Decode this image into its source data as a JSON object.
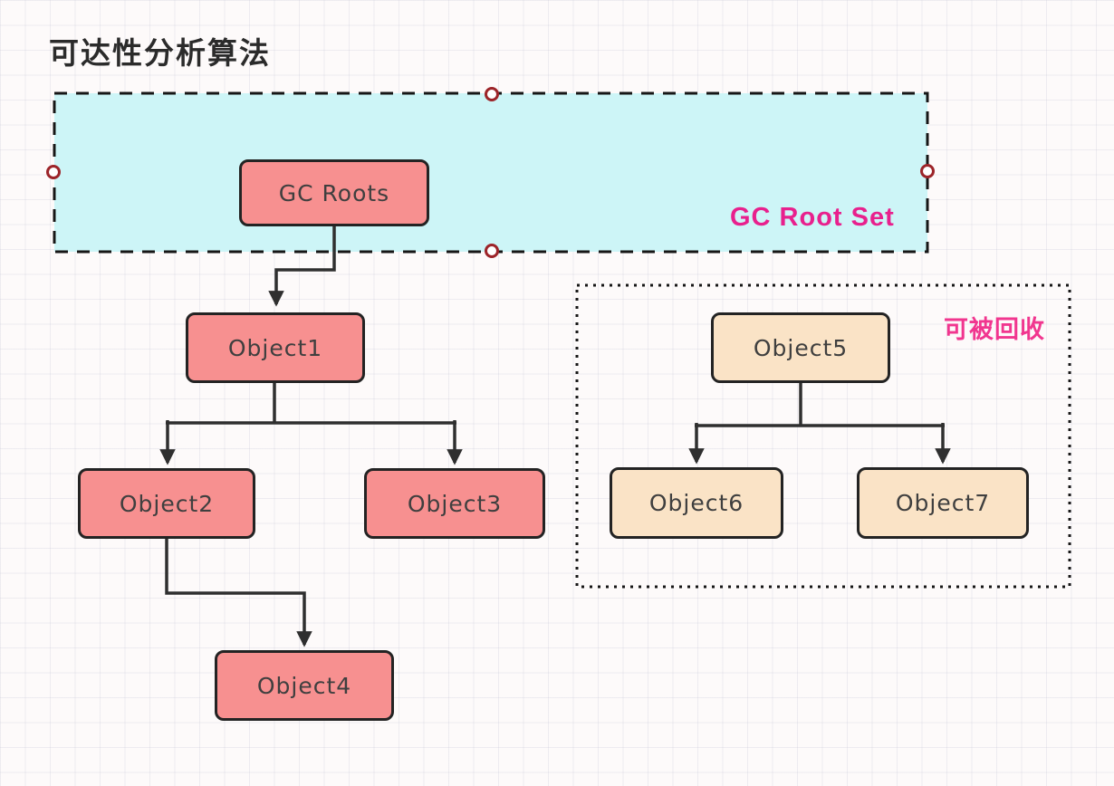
{
  "title": "可达性分析算法",
  "regions": {
    "gc_root_set": {
      "label": "GC Root Set",
      "members": [
        "gc_roots"
      ]
    },
    "recyclable": {
      "label": "可被回收",
      "members": [
        "object5",
        "object6",
        "object7"
      ]
    }
  },
  "nodes": [
    {
      "id": "gc_roots",
      "label": "GC Roots",
      "style": "pink"
    },
    {
      "id": "object1",
      "label": "Object1",
      "style": "pink"
    },
    {
      "id": "object2",
      "label": "Object2",
      "style": "pink"
    },
    {
      "id": "object3",
      "label": "Object3",
      "style": "pink"
    },
    {
      "id": "object4",
      "label": "Object4",
      "style": "pink"
    },
    {
      "id": "object5",
      "label": "Object5",
      "style": "peach"
    },
    {
      "id": "object6",
      "label": "Object6",
      "style": "peach"
    },
    {
      "id": "object7",
      "label": "Object7",
      "style": "peach"
    }
  ],
  "edges": [
    {
      "from": "gc_roots",
      "to": "object1"
    },
    {
      "from": "object1",
      "to": "object2"
    },
    {
      "from": "object1",
      "to": "object3"
    },
    {
      "from": "object2",
      "to": "object4"
    },
    {
      "from": "object5",
      "to": "object6"
    },
    {
      "from": "object5",
      "to": "object7"
    }
  ],
  "selection": {
    "handle_count": 4
  },
  "colors": {
    "node_reachable_fill": "#f79090",
    "node_recyclable_fill": "#fae3c6",
    "node_border": "#232323",
    "gc_root_region_fill": "#cdf5f7",
    "region_border": "#161616",
    "connector": "#2f2f2f",
    "label_magenta": "#e8208d",
    "label_pink": "#f1368f",
    "handle_ring": "#9c2429",
    "title_color": "#2b2b2b"
  }
}
